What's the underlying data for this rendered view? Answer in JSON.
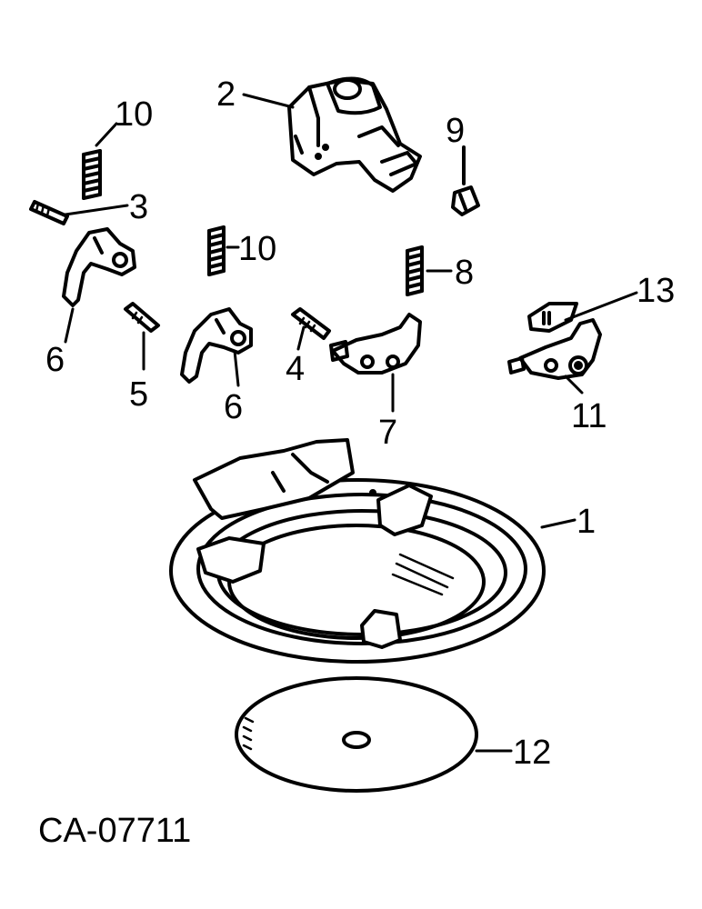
{
  "drawing_code": "CA-07711",
  "callouts": {
    "c1": "1",
    "c2": "2",
    "c3": "3",
    "c4": "4",
    "c5": "5",
    "c6a": "6",
    "c6b": "6",
    "c7": "7",
    "c8": "8",
    "c9": "9",
    "c10a": "10",
    "c10b": "10",
    "c11": "11",
    "c12": "12",
    "c13": "13"
  }
}
